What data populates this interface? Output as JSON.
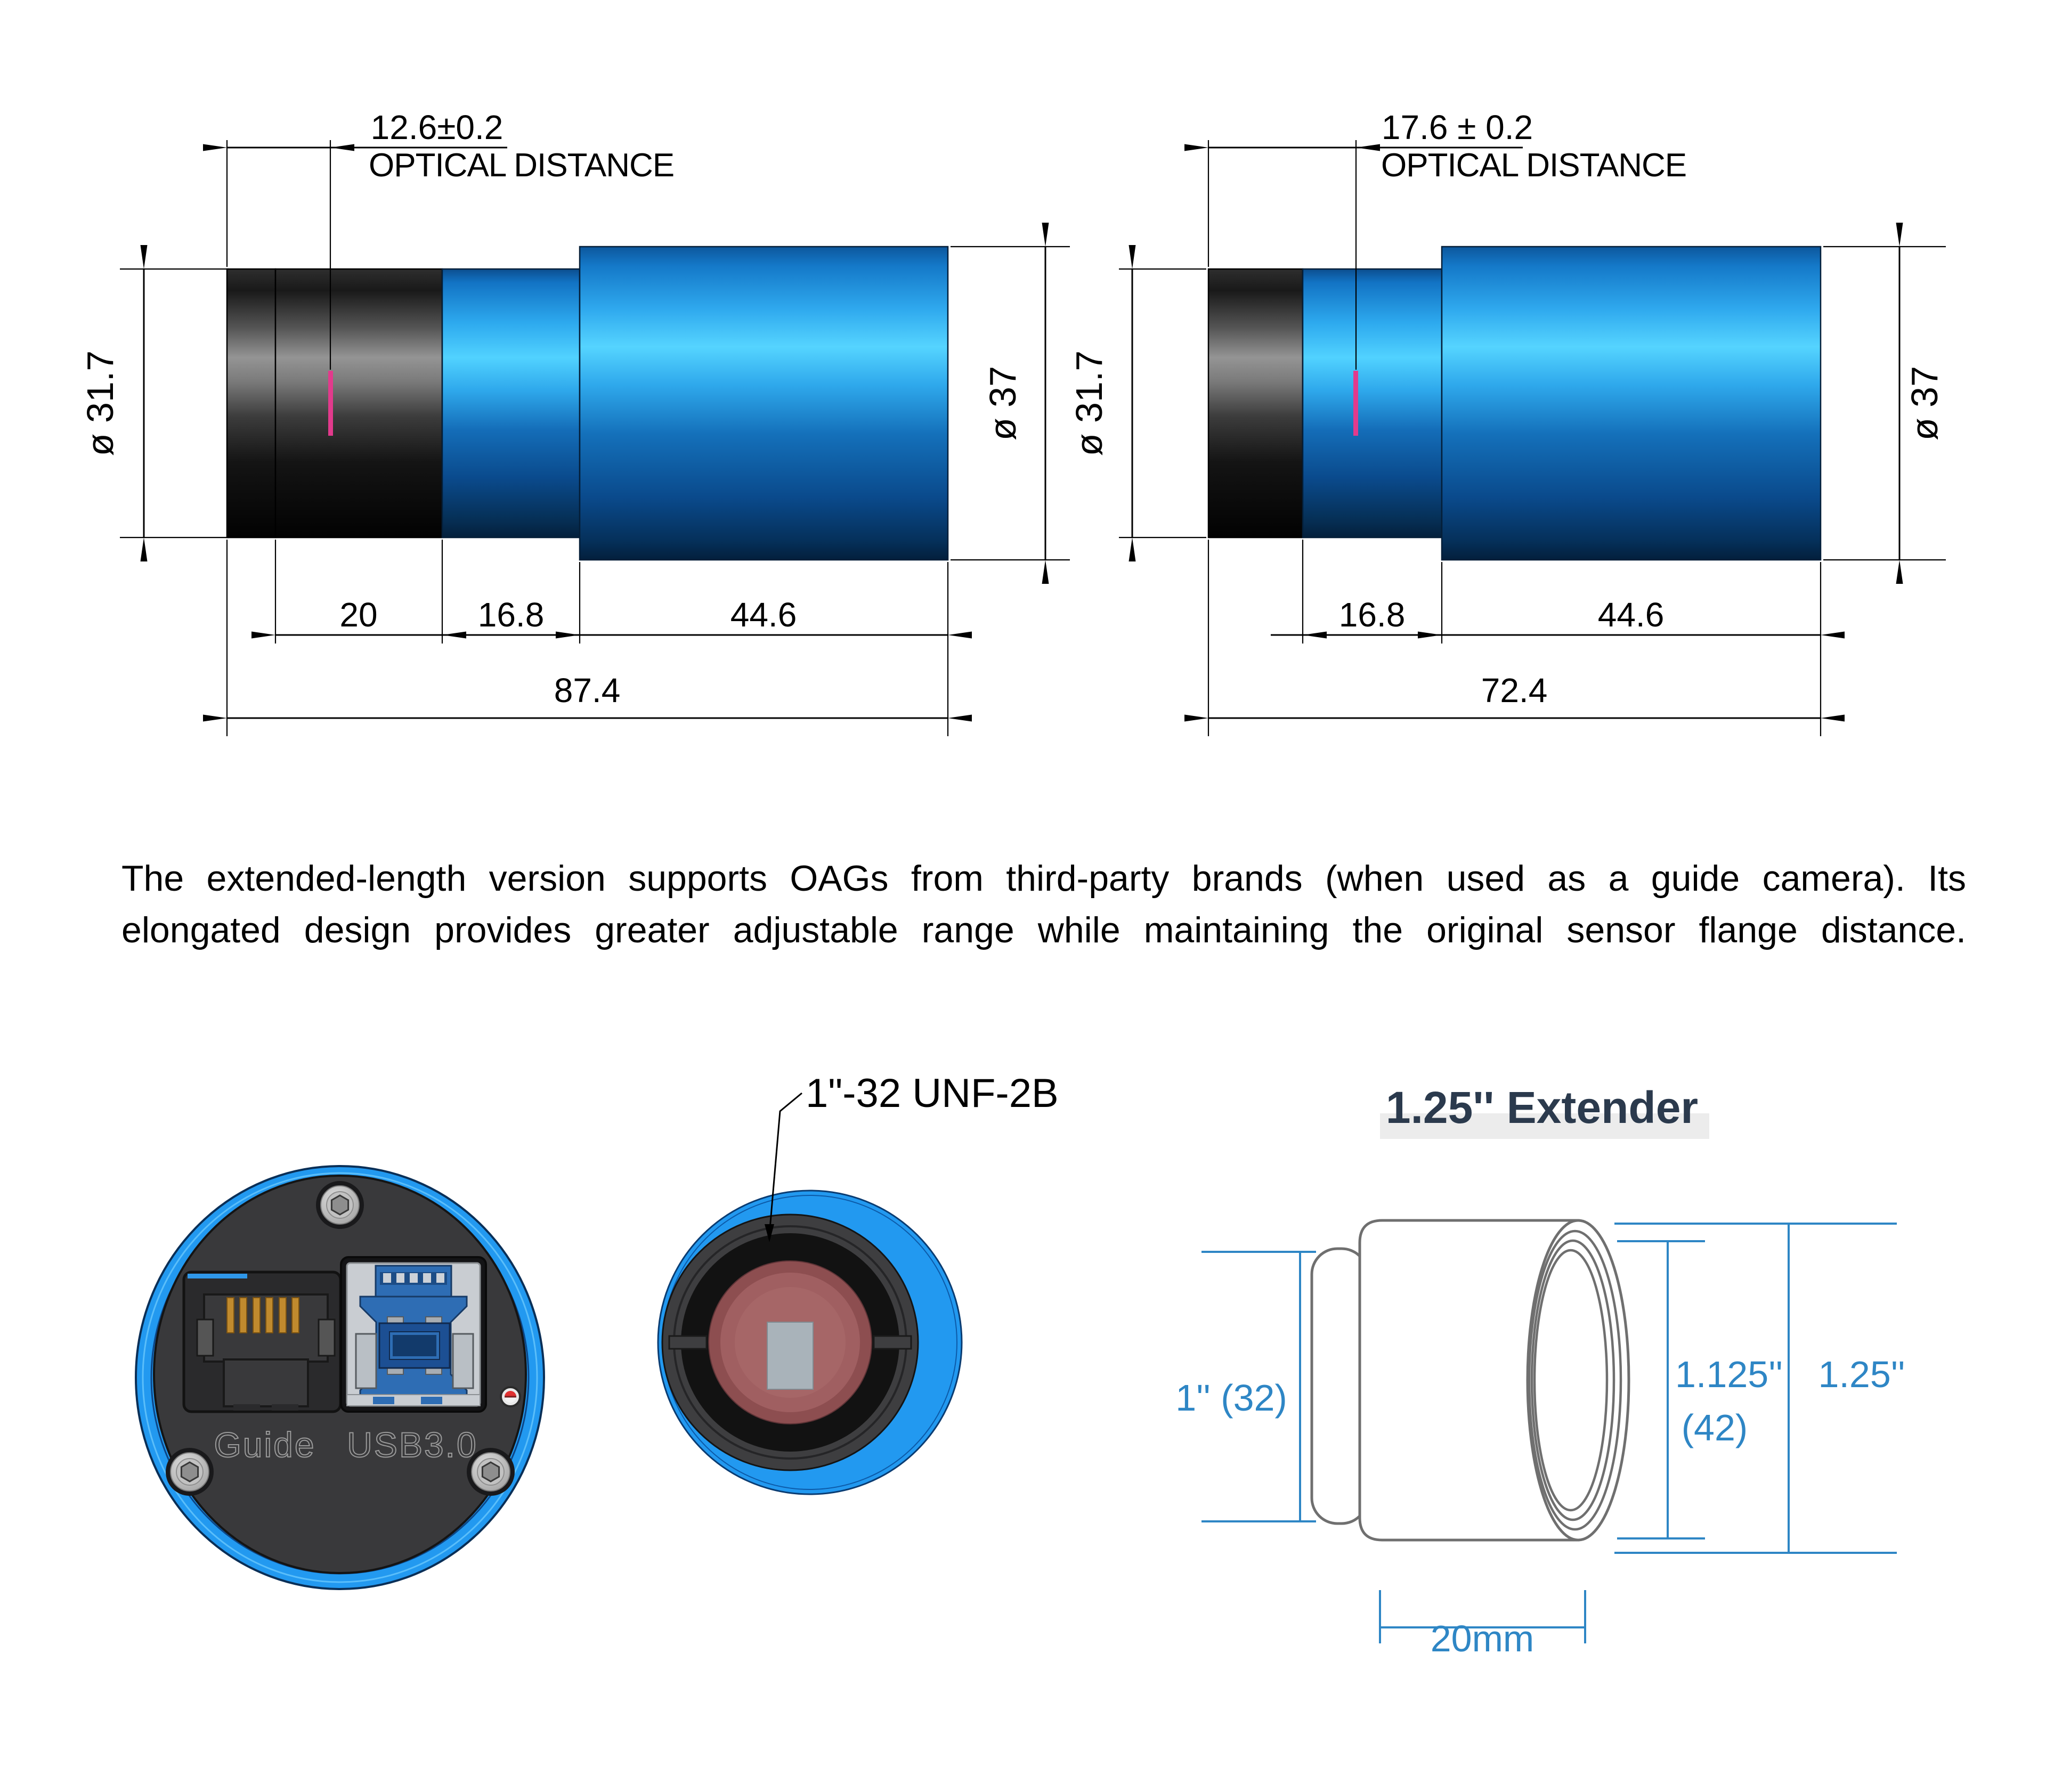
{
  "colors": {
    "camera_blue": "#2196f3",
    "camera_blue_deep": "#053055",
    "magenta_marker": "#e23a8c",
    "dimension_blue": "#2e86c5",
    "title_navy": "#2b3a4d",
    "highlight_gray": "#ececec",
    "sensor_maroon": "#8d4e50",
    "usb_blue": "#2e6db4",
    "led_red": "#e03030"
  },
  "left_camera": {
    "optical_distance": "12.6±0.2",
    "optical_distance_label": "OPTICAL DISTANCE",
    "nose_diameter": "ø 31.7",
    "body_diameter": "ø 37",
    "nose_length": "20",
    "mid_length": "16.8",
    "body_length": "44.6",
    "total_length": "87.4"
  },
  "right_camera": {
    "optical_distance": "17.6 ± 0.2",
    "optical_distance_label": "OPTICAL DISTANCE",
    "nose_diameter": "ø 31.7",
    "body_diameter": "ø 37",
    "mid_length": "16.8",
    "body_length": "44.6",
    "total_length": "72.4"
  },
  "description": {
    "line1": "The extended-length version supports OAGs from third-party brands (when used as a guide camera). Its",
    "line2": "elongated design provides greater adjustable range while maintaining the original sensor flange distance."
  },
  "back_view": {
    "guide_port_label": "Guide",
    "usb_port_label": "USB3.0"
  },
  "front_view": {
    "thread_label": "1\"-32 UNF-2B"
  },
  "extender": {
    "title": "1.25'' Extender",
    "inner_diameter": "1'' (32)",
    "thread_diameter": "1.125''",
    "thread_diameter_mm": "(42)",
    "outer_diameter": "1.25''",
    "length": "20mm"
  }
}
